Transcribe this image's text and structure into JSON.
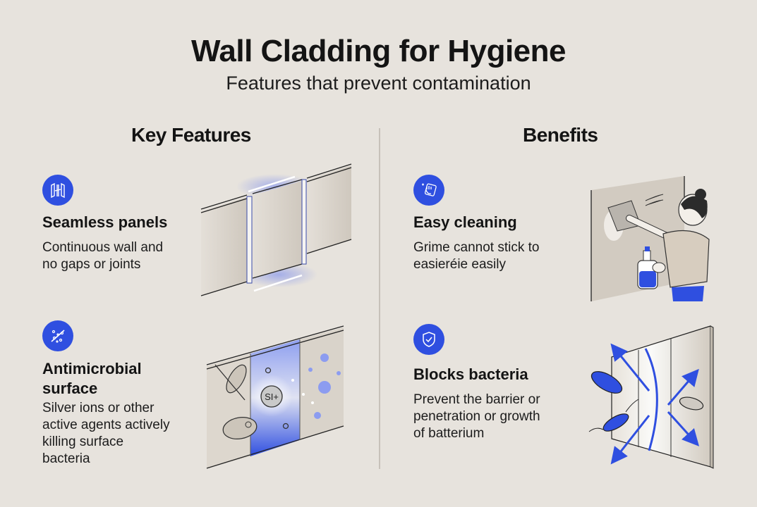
{
  "header": {
    "title": "Wall Cladding for Hygiene",
    "subtitle": "Features that prevent contamination"
  },
  "columns": {
    "left": {
      "heading": "Key Features"
    },
    "right": {
      "heading": "Benefits"
    }
  },
  "features": [
    {
      "icon": "seamless-panels-icon",
      "title": "Seamless panels",
      "desc_lines": [
        "Continuous wall and",
        "no gaps or joints"
      ]
    },
    {
      "icon": "antimicrobial-icon",
      "title_lines": [
        "Antimicrobial",
        "surface"
      ],
      "desc_lines": [
        "Silver ions or other",
        "active agents actively",
        "killing surface",
        "bacteria"
      ],
      "illustration_label": "SI+"
    }
  ],
  "benefits": [
    {
      "icon": "cleaning-hand-icon",
      "title": "Easy cleaning",
      "desc_lines": [
        "Grime cannot stick to",
        "easieréie easily"
      ]
    },
    {
      "icon": "shield-check-icon",
      "title": "Blocks bacteria",
      "desc_lines": [
        "Prevent the barrier or",
        "penetration or growth",
        "of batterium"
      ]
    }
  ],
  "colors": {
    "background": "#e7e3dd",
    "accent_blue": "#2f4fe0",
    "text": "#141414",
    "panel": "#d6d0c7"
  }
}
